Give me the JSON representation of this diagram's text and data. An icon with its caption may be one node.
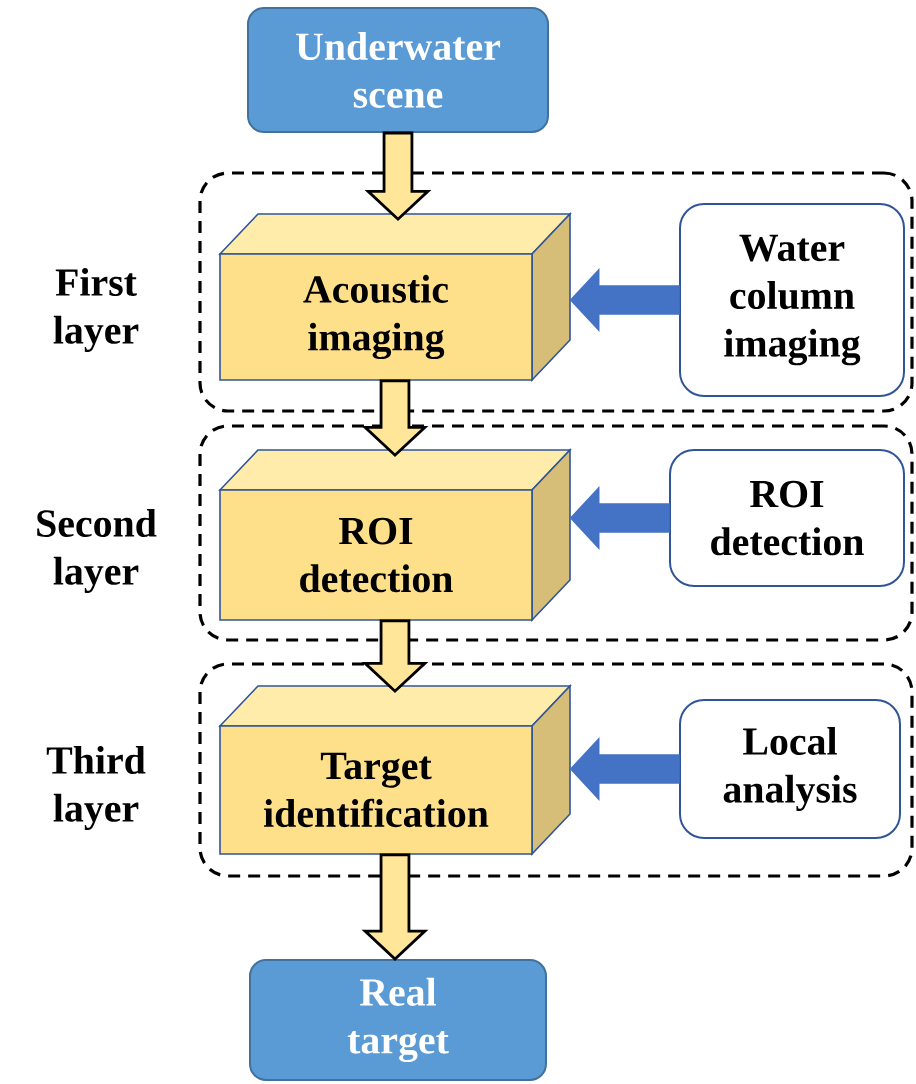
{
  "diagram": {
    "nodes": [
      {
        "text": [
          "Underwater scene"
        ]
      },
      {
        "text": [
          "First layer"
        ]
      },
      {
        "text": [
          "Acoustic imaging"
        ],
        "in": 1
      },
      {
        "text": [
          "Water column imaging"
        ],
        "in": 1
      },
      {
        "text": [
          "Second layer"
        ]
      },
      {
        "text": [
          "ROI detection"
        ],
        "in": 4
      },
      {
        "text": [
          "ROI detection"
        ],
        "in": 4
      },
      {
        "text": [
          "Third layer"
        ]
      },
      {
        "text": [
          "Target identification"
        ],
        "in": 7
      },
      {
        "text": [
          "Local analysis"
        ],
        "in": 7
      },
      {
        "text": [
          "Real target"
        ]
      }
    ],
    "edges": [
      {
        "from": 0,
        "to": 2,
        "arrow": "to"
      },
      {
        "from": 3,
        "to": 2,
        "arrow": "to",
        "color": "#4472c4"
      },
      {
        "from": 2,
        "to": 5,
        "arrow": "to"
      },
      {
        "from": 6,
        "to": 5,
        "arrow": "to",
        "color": "#4472c4"
      },
      {
        "from": 5,
        "to": 8,
        "arrow": "to"
      },
      {
        "from": 9,
        "to": 8,
        "arrow": "to",
        "color": "#4472c4"
      },
      {
        "from": 8,
        "to": 10,
        "arrow": "to"
      }
    ]
  }
}
